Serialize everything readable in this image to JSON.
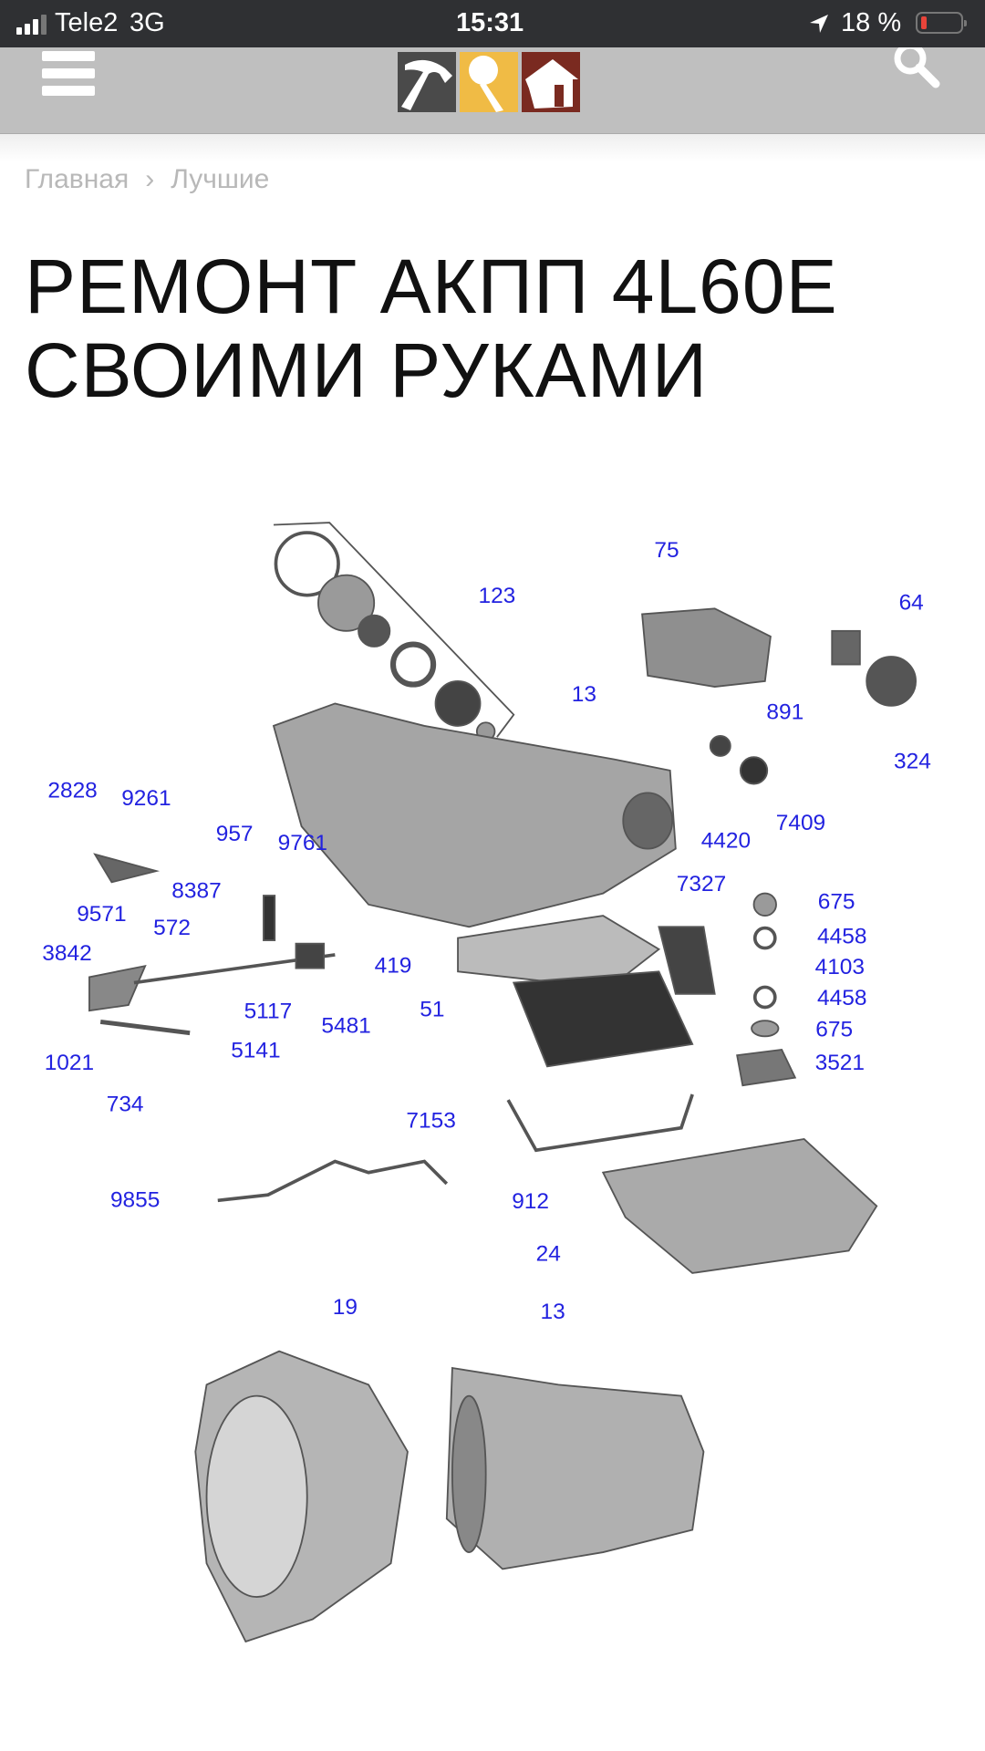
{
  "status_bar": {
    "carrier": "Tele2",
    "network": "3G",
    "time": "15:31",
    "battery": "18 %",
    "battery_level": 0.18
  },
  "header": {
    "menu_icon": "hamburger-icon",
    "logo_icons": [
      "hammer-icon",
      "screw-icon",
      "house-icon"
    ],
    "search_icon": "search-icon",
    "logo_colors": [
      "#4a4a4a",
      "#f0bb45",
      "#7a2a20"
    ]
  },
  "breadcrumb": {
    "items": [
      "Главная",
      "Лучшие"
    ],
    "separator": "›"
  },
  "article": {
    "title_line1": "РЕМОНТ АКПП 4L60E",
    "title_line2": "СВОИМИ РУКАМИ"
  },
  "diagram": {
    "label_color": "#2222e0",
    "labels": [
      "123",
      "75",
      "64",
      "13",
      "891",
      "324",
      "2828",
      "9261",
      "957",
      "9761",
      "4420",
      "7409",
      "8387",
      "7327",
      "675",
      "9571",
      "572",
      "4458",
      "3842",
      "419",
      "4103",
      "4458",
      "51",
      "5117",
      "5481",
      "675",
      "5141",
      "1021",
      "3521",
      "734",
      "7153",
      "9855",
      "912",
      "24",
      "19",
      "13"
    ]
  }
}
